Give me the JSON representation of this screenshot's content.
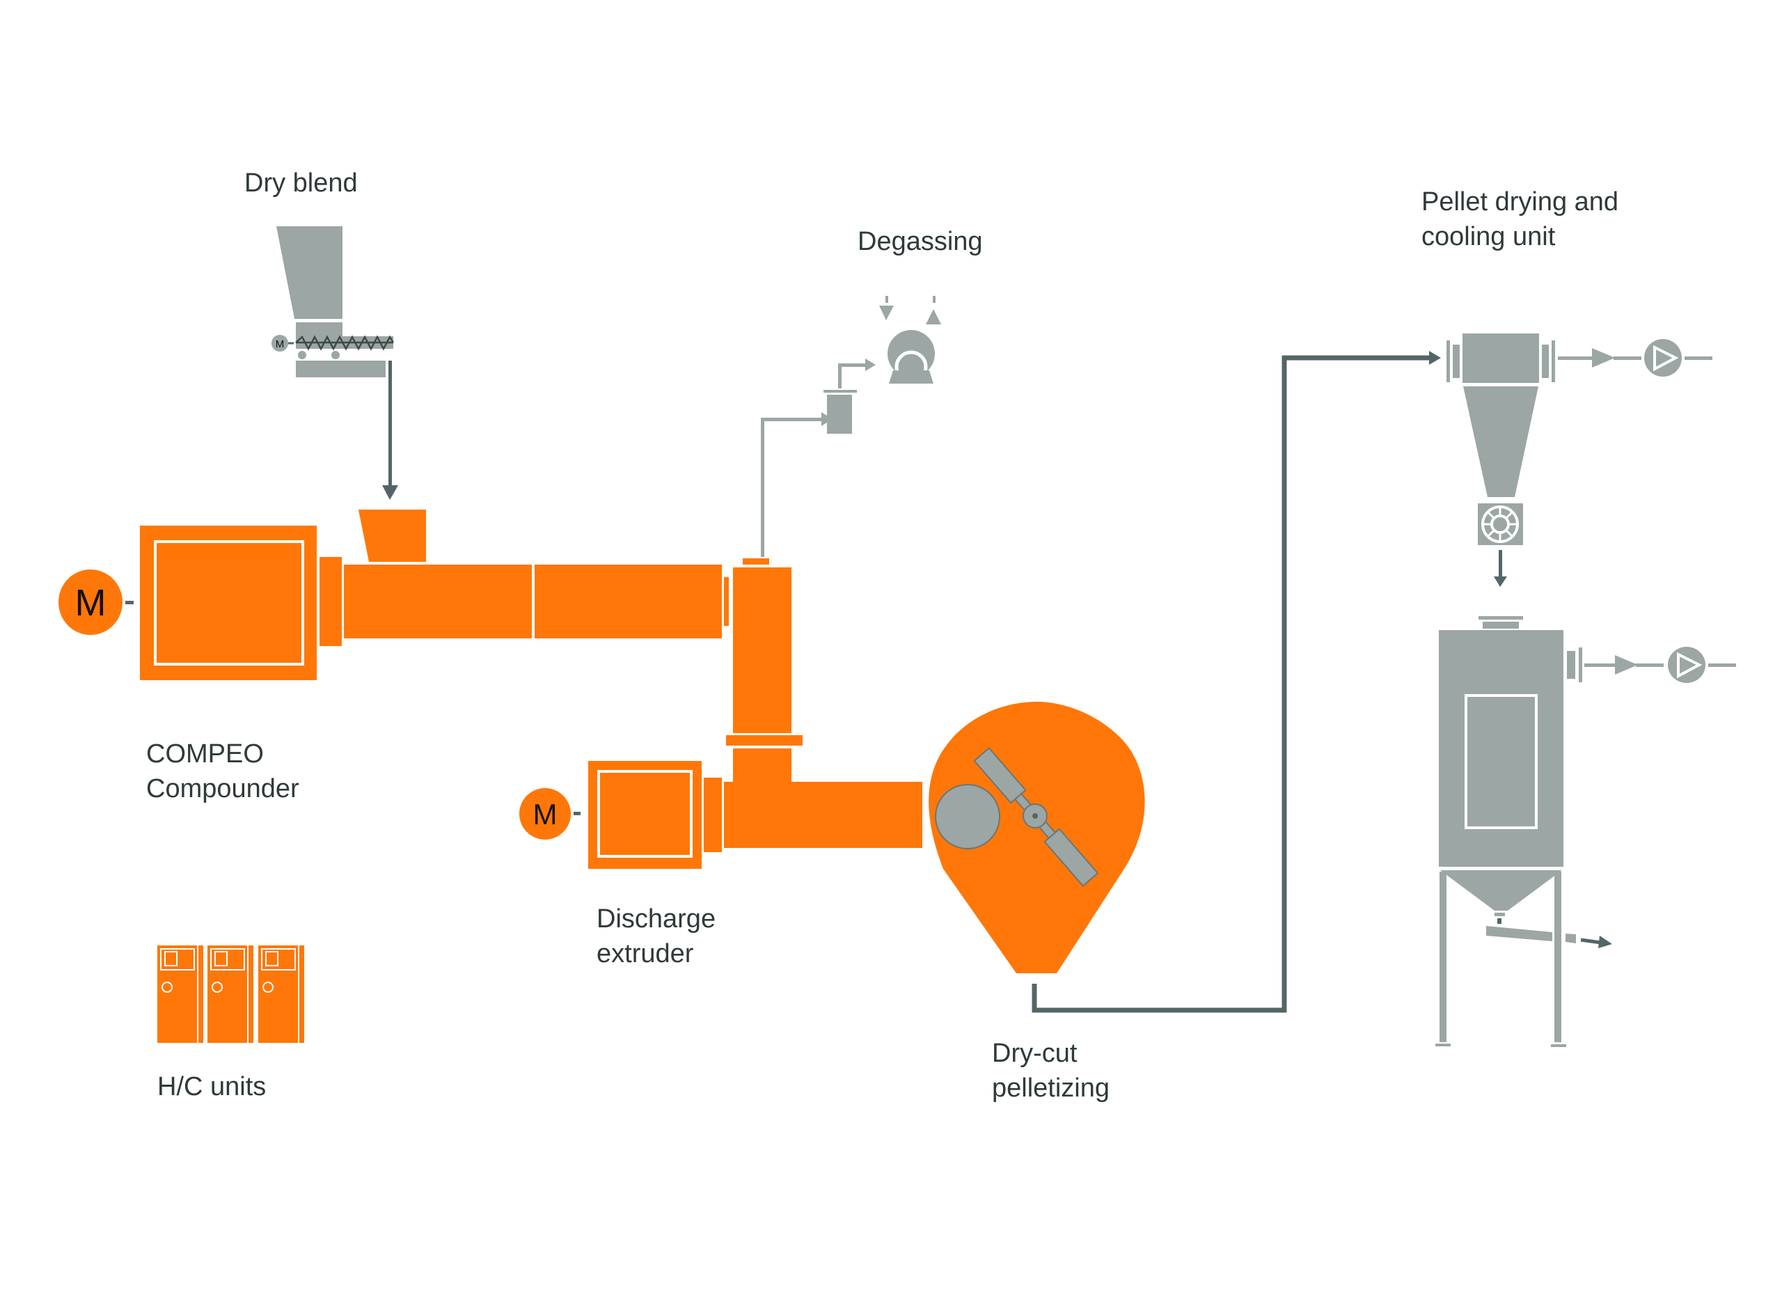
{
  "diagram": {
    "title": "COMPEO compounding line with dry-cut pelletizing",
    "colors": {
      "machine_orange": "#ff7708",
      "auxiliary_grey": "#9ca6a4",
      "flow_line_dark": "#536667",
      "label_text": "#2f3a3a"
    },
    "labels": {
      "dry_blend": "Dry blend",
      "degassing": "Degassing",
      "pellet_unit_line1": "Pellet drying and",
      "pellet_unit_line2": "cooling unit",
      "compeo_line1": "COMPEO",
      "compeo_line2": "Compounder",
      "discharge_line1": "Discharge",
      "discharge_line2": "extruder",
      "hc_units": "H/C units",
      "drycut_line1": "Dry-cut",
      "drycut_line2": "pelletizing"
    },
    "motor_symbols": {
      "main_motor": "M",
      "discharge_motor": "M",
      "feeder_motor": "M"
    },
    "icons": [
      "hopper-icon",
      "screw-feeder-icon",
      "motor-icon",
      "gearbox-icon",
      "extruder-barrel-icon",
      "vacuum-pump-icon",
      "condensate-trap-icon",
      "pelletizer-icon",
      "cyclone-icon",
      "rotary-valve-icon",
      "silo-icon",
      "blower-icon",
      "control-cabinet-icon",
      "flow-arrow-icon"
    ],
    "hc_unit_count": 3
  }
}
